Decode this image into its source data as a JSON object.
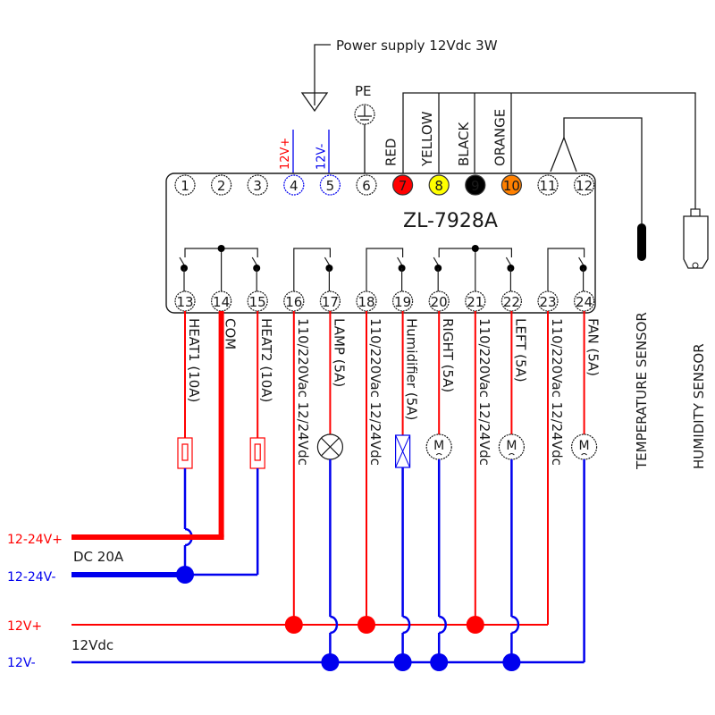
{
  "power_supply_label": "Power supply 12Vdc 3W",
  "pe_label": "PE",
  "model": "ZL-7928A",
  "colors": {
    "red": "#ff0000",
    "blue": "#0000ee",
    "yellow": "#ffff00",
    "black": "#000000",
    "orange": "#ff8000"
  },
  "top_terminals": [
    {
      "num": "1"
    },
    {
      "num": "2"
    },
    {
      "num": "3"
    },
    {
      "num": "4",
      "label": "12V+",
      "label_color": "#ff0000",
      "ring": "#0000ee"
    },
    {
      "num": "5",
      "label": "12V-",
      "label_color": "#0000ee",
      "ring": "#0000ee"
    },
    {
      "num": "6"
    },
    {
      "num": "7",
      "label": "RED",
      "fill": "#ff0000"
    },
    {
      "num": "8",
      "label": "YELLOW",
      "fill": "#ffff00"
    },
    {
      "num": "9",
      "label": "BLACK",
      "fill": "#000000"
    },
    {
      "num": "10",
      "label": "ORANGE",
      "fill": "#ff8000"
    },
    {
      "num": "11"
    },
    {
      "num": "12"
    }
  ],
  "bottom_terminals": [
    {
      "num": "13",
      "label": "HEAT1  (10A)"
    },
    {
      "num": "14",
      "label": "COM"
    },
    {
      "num": "15",
      "label": "HEAT2  (10A)"
    },
    {
      "num": "16",
      "label": "110/220Vac 12/24Vdc"
    },
    {
      "num": "17",
      "label": "LAMP  (5A)"
    },
    {
      "num": "18",
      "label": "110/220Vac 12/24Vdc"
    },
    {
      "num": "19",
      "label": "Humidifier (5A)"
    },
    {
      "num": "20",
      "label": "RIGHT  (5A)"
    },
    {
      "num": "21",
      "label": "110/220Vac 12/24Vdc"
    },
    {
      "num": "22",
      "label": "LEFT  (5A)"
    },
    {
      "num": "23",
      "label": "110/220Vac 12/24Vdc"
    },
    {
      "num": "24",
      "label": "FAN  (5A)"
    }
  ],
  "sensors": {
    "temperature": "TEMPERATURE SENSOR",
    "humidity": "HUMIDITY SENSOR"
  },
  "supply_dc": {
    "positive": "12-24V+",
    "negative": "12-24V-",
    "rating": "DC 20A"
  },
  "supply_12v": {
    "positive": "12V+",
    "negative": "12V-",
    "rating": "12Vdc"
  },
  "motor_symbol": "M"
}
